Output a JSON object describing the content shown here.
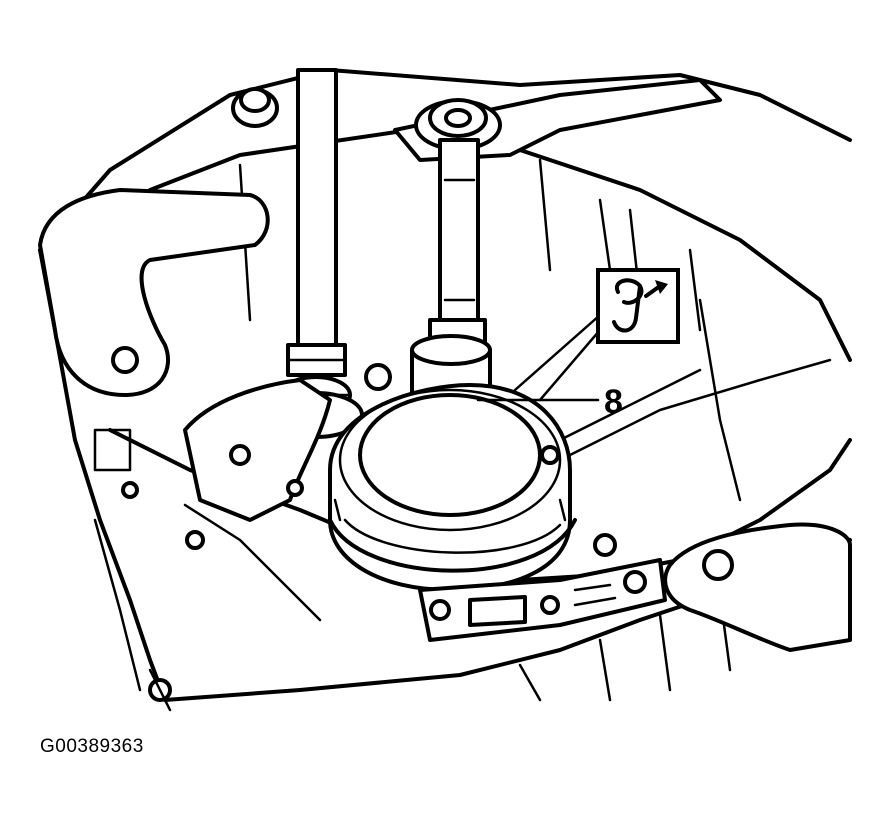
{
  "diagram": {
    "callouts": [
      {
        "id": "8",
        "label": "8"
      }
    ],
    "tool_icon": "special-tool-icon",
    "figure_id": "G00389363",
    "colors": {
      "ink": "#000000",
      "paper": "#ffffff"
    }
  }
}
